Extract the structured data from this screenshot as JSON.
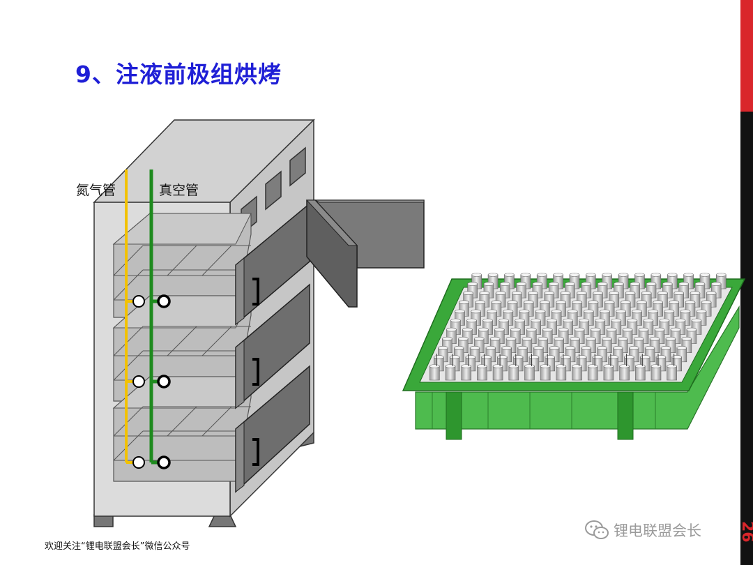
{
  "slide": {
    "title": "9、注液前极组烘烤",
    "page_number": "26"
  },
  "labels": {
    "nitrogen_pipe": "氮气管",
    "vacuum_pipe": "真空管"
  },
  "footer": {
    "text": "欢迎关注“锂电联盟会长”微信公众号",
    "watermark": "锂电联盟会长",
    "watermark_icon": "wechat-logo-icon"
  },
  "colors": {
    "title": "#1f1fd6",
    "nitrogen_pipe": "#f2c200",
    "vacuum_pipe": "#1e8a1e",
    "tray": "#2fb52f",
    "accent_red": "#d9262b"
  }
}
